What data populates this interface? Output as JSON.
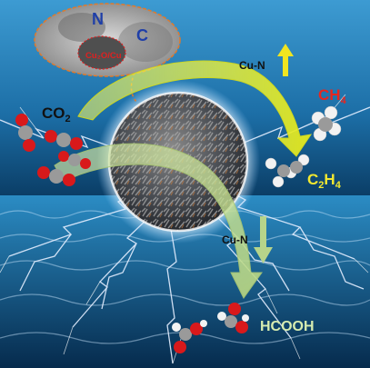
{
  "inset": {
    "label_n": "N",
    "label_c": "C",
    "label_core": "Cu₂O/Cu"
  },
  "labels": {
    "co2": "CO",
    "co2_sub": "2",
    "ch4": "CH",
    "ch4_sub": "4",
    "c2h4_c": "C",
    "c2h4_c_sub": "2",
    "c2h4_h": "H",
    "c2h4_h_sub": "4",
    "hcooh": "HCOOH",
    "cu_n_top": "Cu-N",
    "cu_n_bottom": "Cu-N"
  },
  "colors": {
    "ocean_deep": "#06355c",
    "ocean_light": "#2f8ec4",
    "lightning": "#dbe7ff",
    "arrow_yellow": "#e9ee3a",
    "arrow_green": "#c9df9a",
    "inset_border": "#e07a2c",
    "label_n_color": "#1f3fa8",
    "label_core_color": "#e02020",
    "ch4_color": "#e8261f",
    "c2h4_color": "#f2e830",
    "hcooh_color": "#d7ecb0",
    "co2_color": "#111111",
    "carbon_atom": "#9a9a9a",
    "oxygen_atom": "#d8191b",
    "hydrogen_atom": "#f2f2f2"
  },
  "icons": [
    "arrow-up-icon",
    "arrow-down-icon"
  ]
}
